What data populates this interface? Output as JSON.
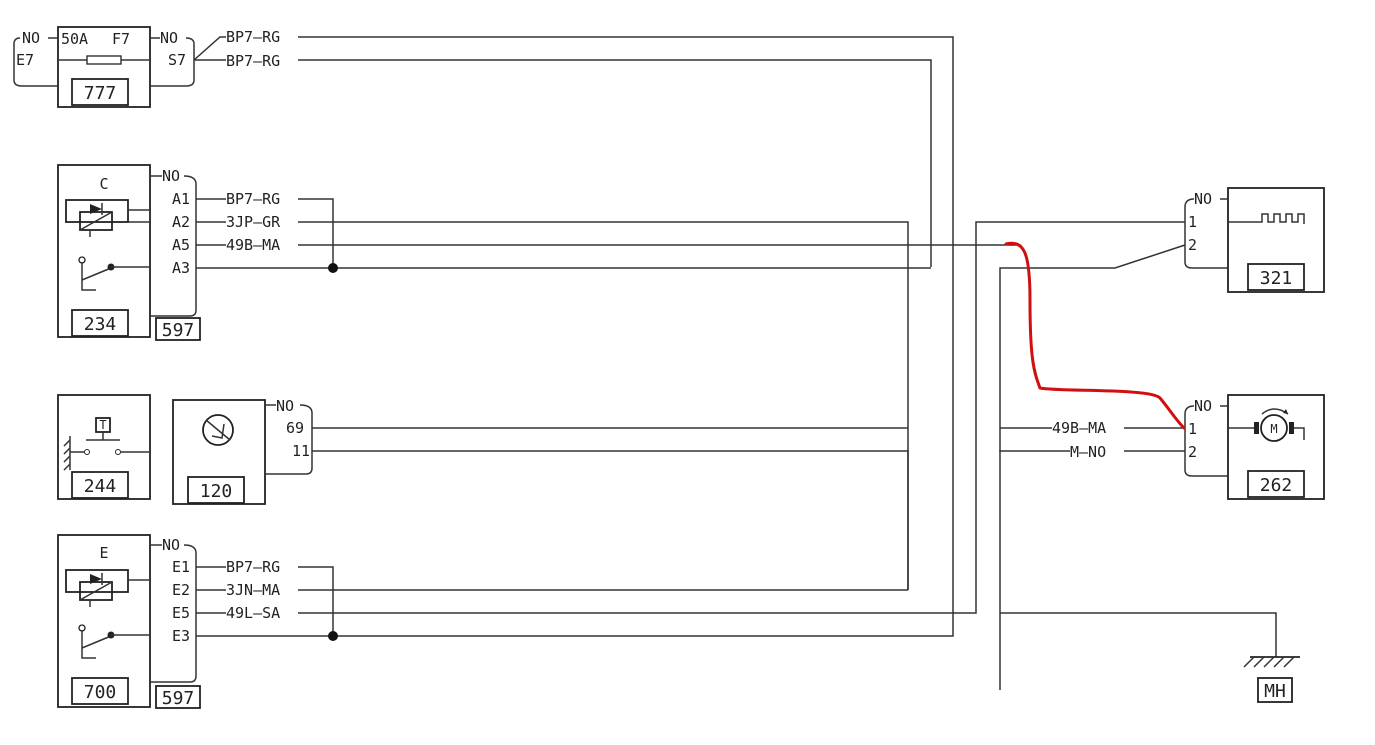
{
  "fuse_777": {
    "left_no": "NO",
    "rating": "50A",
    "fuse_id": "F7",
    "right_no": "NO",
    "in_pin": "E7",
    "out_pin": "S7",
    "code": "777"
  },
  "top_wires": [
    {
      "label": "BP7—RG"
    },
    {
      "label": "BP7—RG"
    }
  ],
  "relay_234": {
    "letter": "C",
    "no": "NO",
    "code": "234",
    "connector": "597",
    "pins": [
      "A1",
      "A2",
      "A5",
      "A3"
    ],
    "wires": [
      "BP7—RG",
      "3JP—GR",
      "49B—MA"
    ]
  },
  "relay_700": {
    "letter": "E",
    "no": "NO",
    "code": "700",
    "connector": "597",
    "pins": [
      "E1",
      "E2",
      "E5",
      "E3"
    ],
    "wires": [
      "BP7—RG",
      "3JN—MA",
      "49L—SA"
    ]
  },
  "switch_244": {
    "key": "T",
    "code": "244"
  },
  "sensor_120": {
    "no": "NO",
    "pins": [
      "69",
      "11"
    ],
    "code": "120"
  },
  "module_321": {
    "no": "NO",
    "pins": [
      "1",
      "2"
    ],
    "code": "321"
  },
  "motor_262": {
    "no": "NO",
    "pins": [
      "1",
      "2"
    ],
    "code": "262",
    "motor_label": "M",
    "wires": [
      "49B—MA",
      "M—NO"
    ]
  },
  "ground": {
    "code": "MH"
  },
  "colors": {
    "wire": "#333333",
    "annotation": "#d01010"
  }
}
